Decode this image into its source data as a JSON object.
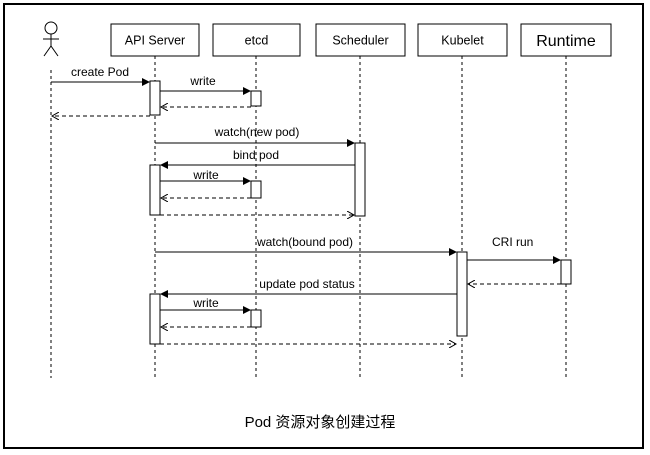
{
  "participants": {
    "user": "",
    "api_server": "API Server",
    "etcd": "etcd",
    "scheduler": "Scheduler",
    "kubelet": "Kubelet",
    "runtime": "Runtime"
  },
  "messages": {
    "create_pod": "create Pod",
    "write_1": "write",
    "watch_new_pod": "watch(new pod)",
    "bind_pod": "bind pod",
    "write_2": "write",
    "watch_bound_pod": "watch(bound pod)",
    "cri_run": "CRI  run",
    "update_pod_status": "update pod status",
    "write_3": "write"
  },
  "caption": "Pod 资源对象创建过程",
  "colors": {
    "line": "#000000",
    "background": "#ffffff"
  }
}
